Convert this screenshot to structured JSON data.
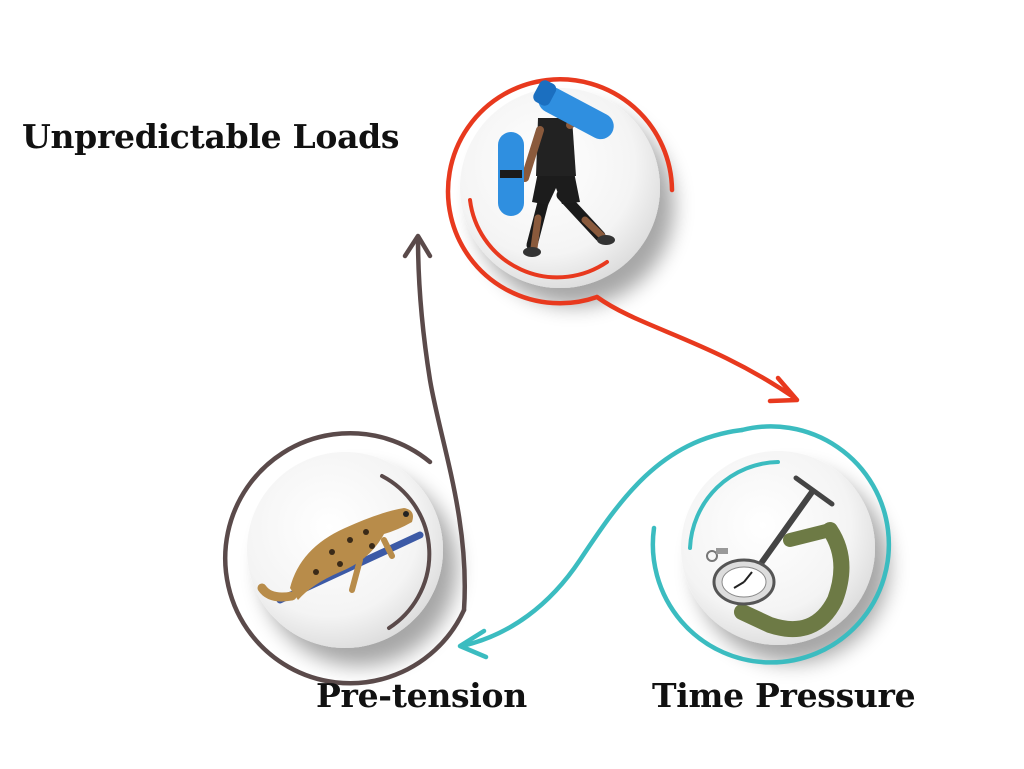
{
  "diagram": {
    "nodes": [
      {
        "id": "unpredictable-loads",
        "label": "Unpredictable Loads",
        "image": "person carrying water-filled training bags",
        "color": "#e8391e"
      },
      {
        "id": "time-pressure",
        "label": "Time Pressure",
        "image": "stopwatch squeezed in a c-clamp",
        "color": "#3bbcc0"
      },
      {
        "id": "pre-tension",
        "label": "Pre-tension",
        "image": "snow leopard poised to leap",
        "color": "#5a4a4a"
      }
    ],
    "flow": [
      "unpredictable-loads",
      "time-pressure",
      "pre-tension",
      "unpredictable-loads"
    ]
  }
}
